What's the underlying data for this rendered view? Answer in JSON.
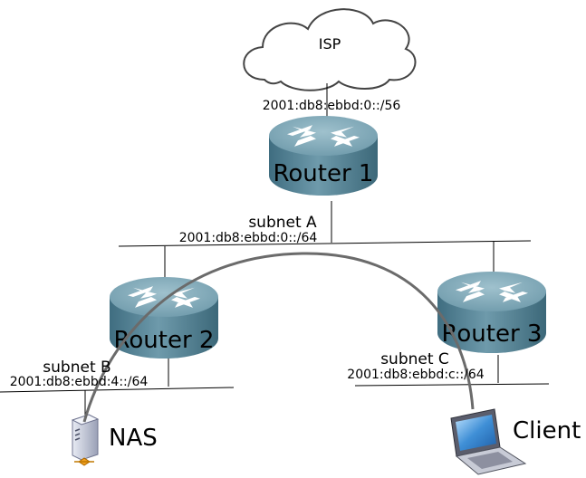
{
  "cloud": {
    "label": "ISP",
    "prefix": "2001:db8:ebbd:0::/56"
  },
  "routers": [
    {
      "id": "router-1",
      "label": "Router 1"
    },
    {
      "id": "router-2",
      "label": "Router 2"
    },
    {
      "id": "router-3",
      "label": "Router 3"
    }
  ],
  "subnets": [
    {
      "id": "subnet-a",
      "name": "subnet A",
      "prefix": "2001:db8:ebbd:0::/64"
    },
    {
      "id": "subnet-b",
      "name": "subnet B",
      "prefix": "2001:db8:ebbd:4::/64"
    },
    {
      "id": "subnet-c",
      "name": "subnet C",
      "prefix": "2001:db8:ebbd:c::/64"
    }
  ],
  "devices": {
    "nas": {
      "label": "NAS"
    },
    "client": {
      "label": "Client"
    }
  },
  "colors": {
    "router_top": "#7ea6b6",
    "router_side": "#4f7f92",
    "path_arc": "#6b6b6b",
    "screen": "#3f8fd6"
  }
}
